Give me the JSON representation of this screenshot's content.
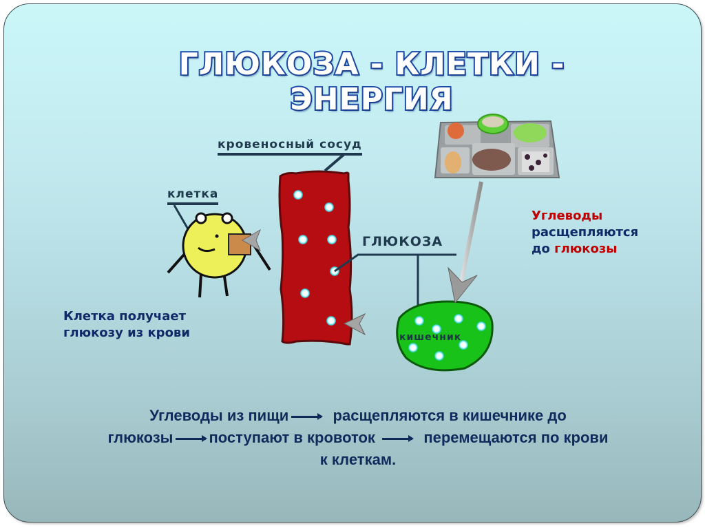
{
  "slide": {
    "title": "ГЛЮКОЗА - КЛЕТКИ - ЭНЕРГИЯ",
    "labels": {
      "vessel": "кровеносный сосуд",
      "cell": "клетка",
      "glucose": "ГЛЮКОЗА",
      "intestine": "кишечник"
    },
    "right_note": {
      "line1": "Углеводы",
      "line2": "расщепляются",
      "line3_prefix": "до ",
      "line3_highlight": "глюкозы"
    },
    "left_note": {
      "line1": "Клетка получает",
      "line2": "глюкозу из крови"
    },
    "bottom_text": {
      "part1": "Углеводы из пищи",
      "part2": "расщепляются в кишечнике до",
      "part3": "глюкозы",
      "part4": "поступают в кровоток",
      "part5": "перемещаются по крови",
      "part6": "к клеткам."
    },
    "illustrations": {
      "food_tray": "food-tray-illustration",
      "blood_vessel": "blood-vessel-illustration",
      "cell_character": "cell-character-illustration",
      "intestine": "intestine-illustration"
    },
    "colors": {
      "title_outline": "#1e4aa8",
      "label_text": "#1f3a4f",
      "note_text": "#0f2a66",
      "highlight_red": "#c00000",
      "vessel_red": "#b50d12",
      "intestine_green": "#19c219",
      "cell_yellow": "#eef05a",
      "glucose_dot": "#e8ffff"
    }
  }
}
